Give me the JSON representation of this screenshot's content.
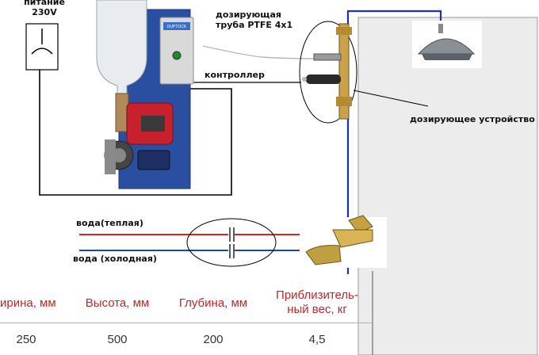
{
  "labels": {
    "power": "питание 230V",
    "dosing_tube": "дозирующая труба  PTFE 4x1",
    "controller": "контроллер",
    "dosing_device": "дозирующее устройство",
    "water_warm": "вода(теплая)",
    "water_cold": "вода (холодная)",
    "device_brand": "DUPTOCK"
  },
  "table": {
    "headers": [
      "ирина, мм",
      "Высота, мм",
      "Глубина, мм",
      "Приблизитель-\nный вес, кг"
    ],
    "values": [
      "250",
      "500",
      "200",
      "4,5"
    ]
  },
  "colors": {
    "warm_line": "#e02020",
    "cold_line": "#2040c8",
    "wire": "#000000",
    "table_header": "#c0262a",
    "panel_blue": "#2a4fa0"
  }
}
